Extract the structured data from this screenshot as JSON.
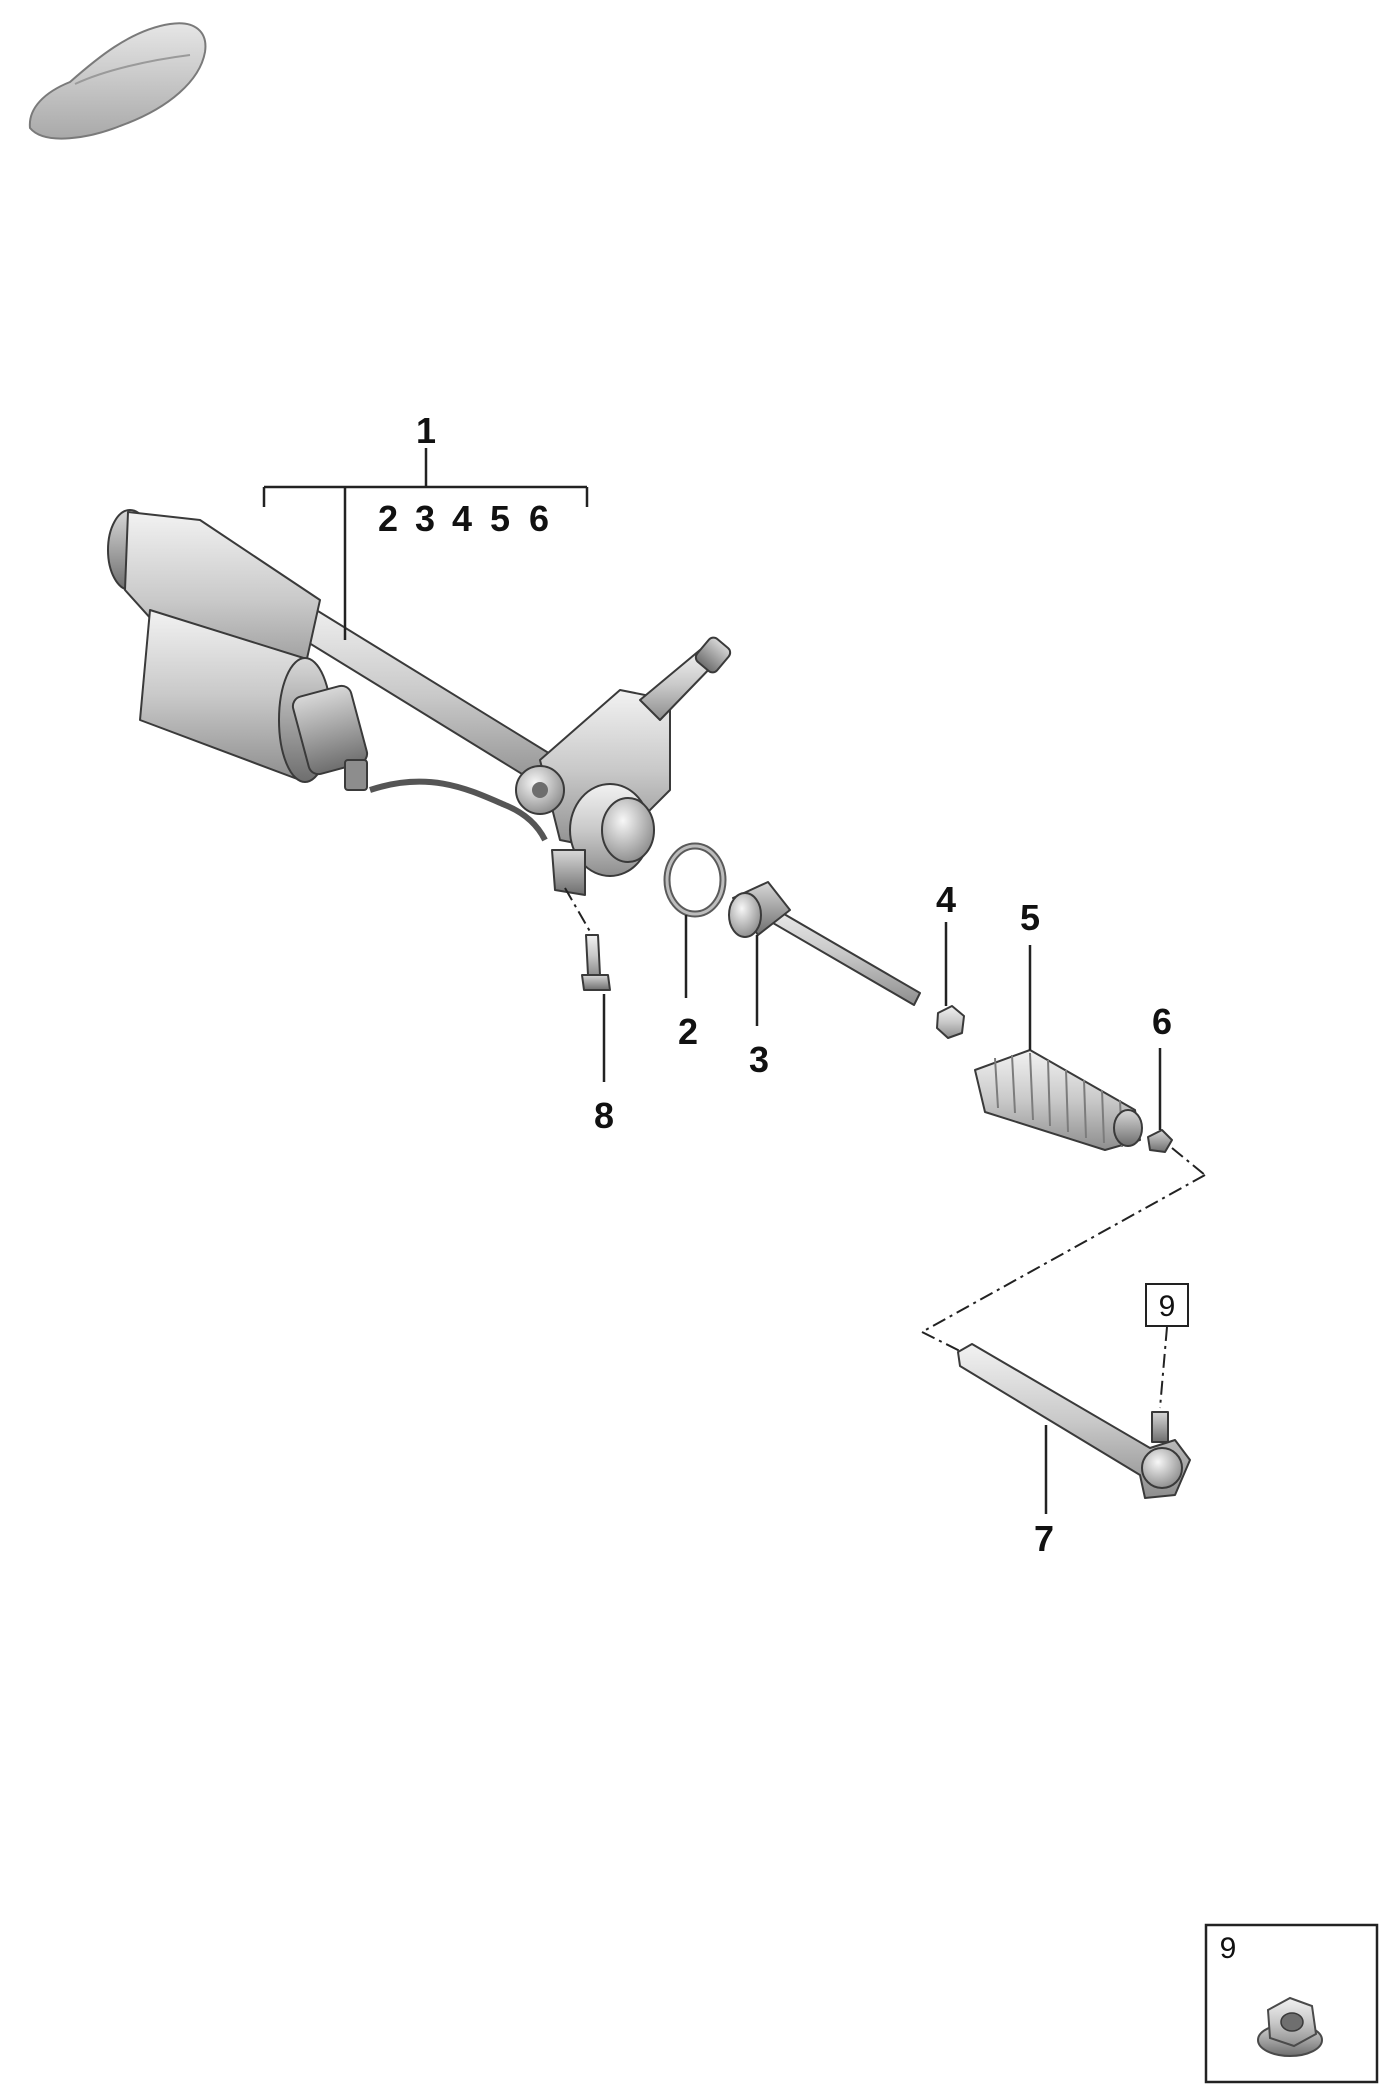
{
  "callouts": {
    "c1": "1",
    "c1_sub": [
      "2",
      "3",
      "4",
      "5",
      "6"
    ],
    "c2": "2",
    "c3": "3",
    "c4": "4",
    "c5": "5",
    "c6": "6",
    "c7": "7",
    "c8": "8",
    "c9_tag": "9"
  },
  "detail_box": {
    "label": "9"
  },
  "icons": {
    "vehicle": "car-silhouette-icon"
  }
}
